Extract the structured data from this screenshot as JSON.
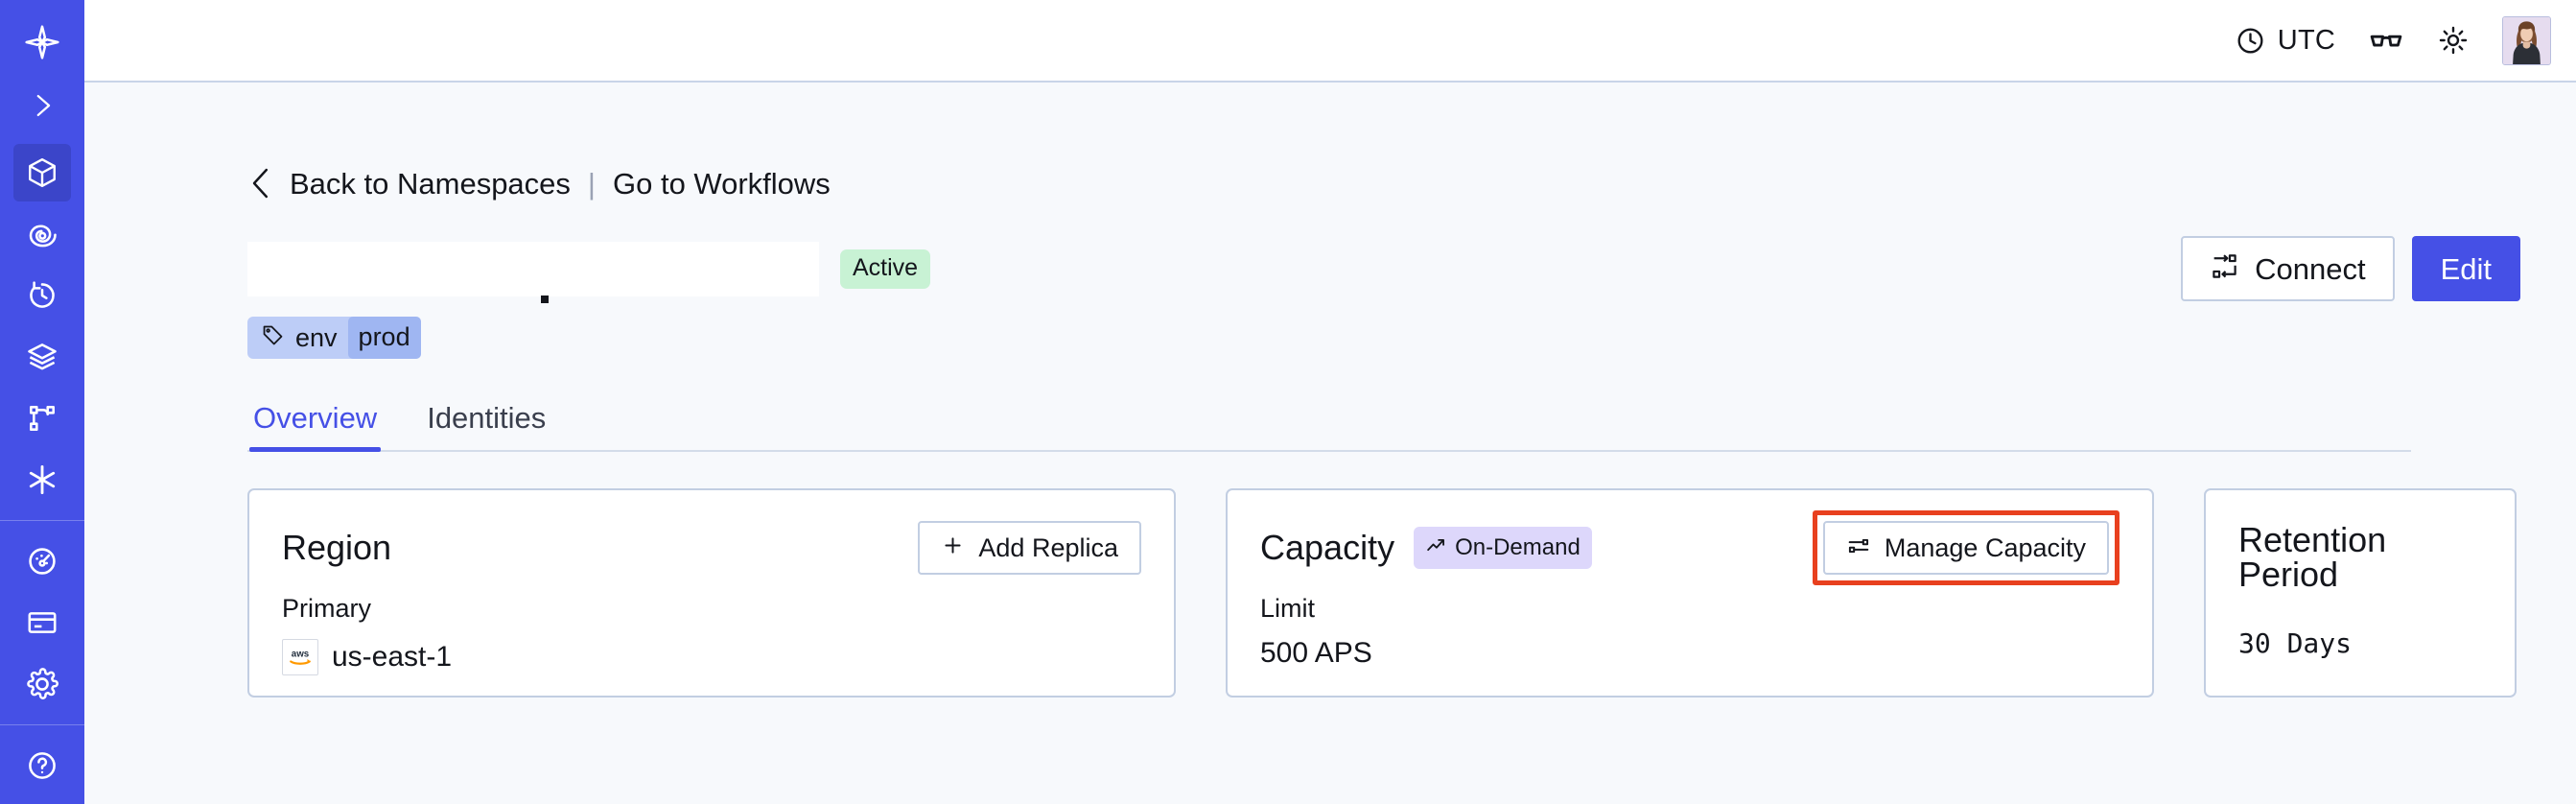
{
  "sidebar": {
    "brand_color": "#4550e6",
    "active_color": "#3b45c9",
    "items": [
      {
        "name": "logo",
        "icon": "temporal-logo-icon",
        "label": "Temporal",
        "active": false
      },
      {
        "name": "expand",
        "icon": "chevron-right-icon",
        "label": "Expand",
        "active": false
      },
      {
        "name": "namespaces",
        "icon": "cube-icon",
        "label": "Namespaces",
        "active": true
      },
      {
        "name": "observe",
        "icon": "eye-target-icon",
        "label": "Observe",
        "active": false
      },
      {
        "name": "schedules",
        "icon": "timer-icon",
        "label": "Schedules",
        "active": false
      },
      {
        "name": "stack",
        "icon": "layers-icon",
        "label": "Stack",
        "active": false
      },
      {
        "name": "workflows",
        "icon": "branch-icon",
        "label": "Workflows",
        "active": false
      },
      {
        "name": "batch",
        "icon": "asterisk-icon",
        "label": "Batch",
        "active": false
      },
      {
        "name": "usage",
        "icon": "gauge-icon",
        "label": "Usage",
        "active": false
      },
      {
        "name": "billing",
        "icon": "credit-card-icon",
        "label": "Billing",
        "active": false
      },
      {
        "name": "settings",
        "icon": "gear-icon",
        "label": "Settings",
        "active": false
      }
    ]
  },
  "topbar": {
    "timezone_label": "UTC",
    "timezone_icon": "clock-icon",
    "glasses_icon": "glasses-icon",
    "theme_icon": "sun-icon",
    "avatar_name": "user-avatar"
  },
  "breadcrumb": {
    "back_icon": "chevron-left-icon",
    "back_label": "Back to Namespaces",
    "separator": "|",
    "forward_label": "Go to Workflows"
  },
  "header": {
    "namespace_title": "",
    "title_redacted": true,
    "status_badge": "Active",
    "status_badge_color": "#c8f2d4",
    "tag": {
      "icon": "tag-icon",
      "key": "env",
      "value": "prod"
    },
    "connect_label": "Connect",
    "connect_icon": "connect-icon",
    "edit_label": "Edit",
    "edit_color": "#4550e6"
  },
  "tabs": [
    {
      "label": "Overview",
      "active": true
    },
    {
      "label": "Identities",
      "active": false
    }
  ],
  "cards": {
    "region": {
      "title": "Region",
      "action_label": "Add Replica",
      "action_icon": "plus-icon",
      "sublabel": "Primary",
      "provider_icon": "aws-logo-icon",
      "value": "us-east-1"
    },
    "capacity": {
      "title": "Capacity",
      "badge_label": "On-Demand",
      "badge_icon": "trend-up-icon",
      "badge_color": "#ddd7fb",
      "action_label": "Manage Capacity",
      "action_icon": "sliders-icon",
      "highlighted": true,
      "highlight_color": "#e8401f",
      "sublabel": "Limit",
      "value": "500 APS"
    },
    "retention": {
      "title": "Retention Period",
      "value": "30 Days"
    }
  }
}
